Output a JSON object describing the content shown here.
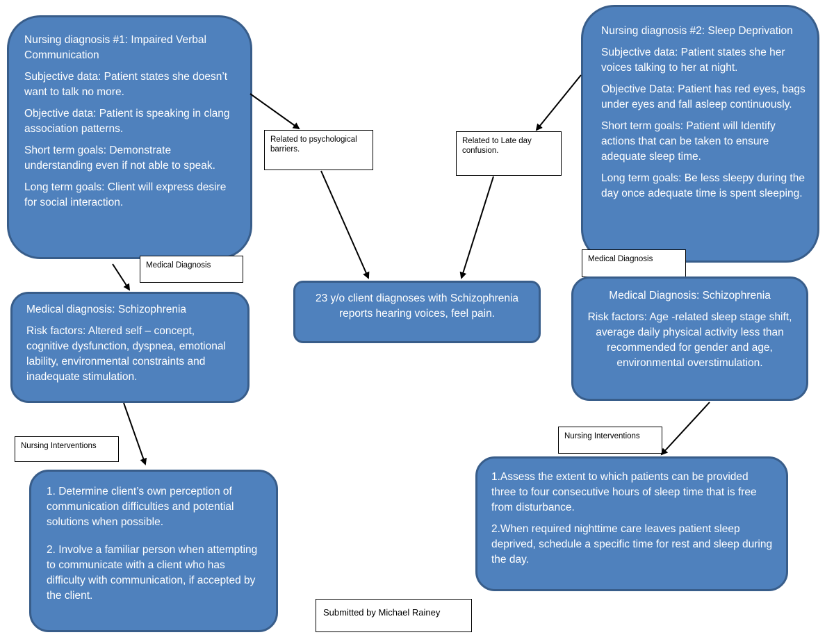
{
  "nd1": {
    "title": "Nursing diagnosis #1: Impaired Verbal Communication",
    "subjective": "Subjective data: Patient states she doesn’t want to talk no more.",
    "objective": "Objective data: Patient is speaking in clang association patterns.",
    "short_term": "Short term goals:  Demonstrate understanding even if not able to speak.",
    "long_term": "Long term goals: Client will express desire for social interaction."
  },
  "nd2": {
    "title": "Nursing diagnosis #2: Sleep Deprivation",
    "subjective": "Subjective data: Patient states she her voices talking to her at night.",
    "objective": "Objective Data: Patient has red eyes, bags under eyes and fall asleep continuously.",
    "short_term": "Short term goals: Patient will Identify actions that can be taken to ensure adequate sleep time.",
    "long_term": "Long term goals: Be less sleepy during the day once adequate time is spent sleeping."
  },
  "related1": "Related to psychological barriers.",
  "related2": "Related to Late day confusion.",
  "center": "23 y/o client diagnoses with Schizophrenia reports hearing voices, feel pain.",
  "md_label_left": "Medical Diagnosis",
  "md_label_right": "Medical Diagnosis",
  "md1": {
    "title": "Medical diagnosis: Schizophrenia",
    "risk": "Risk factors: Altered self – concept, cognitive dysfunction, dyspnea, emotional lability, environmental constraints and inadequate stimulation."
  },
  "md2": {
    "title": "Medical Diagnosis: Schizophrenia",
    "risk": "Risk factors: Age -related sleep stage shift, average daily physical activity less than recommended for gender and age, environmental overstimulation."
  },
  "ni_label_left": "Nursing Interventions",
  "ni_label_right": "Nursing Interventions",
  "ni1": {
    "item1": "1. Determine client’s own perception of communication difficulties and potential solutions when possible.",
    "item2": "2. Involve a familiar person when attempting to communicate with a client who has difficulty with communication, if accepted by the client."
  },
  "ni2": {
    "item1": "1.Assess the extent to which patients can be provided three to four consecutive hours of sleep time that is free from disturbance.",
    "item2": "2.When required nighttime care leaves patient sleep deprived, schedule a specific time for rest and sleep during the day."
  },
  "submitted": "Submitted by Michael Rainey",
  "colors": {
    "box_fill": "#4f81bd",
    "box_border": "#385d8a",
    "text_on_box": "#ffffff"
  }
}
